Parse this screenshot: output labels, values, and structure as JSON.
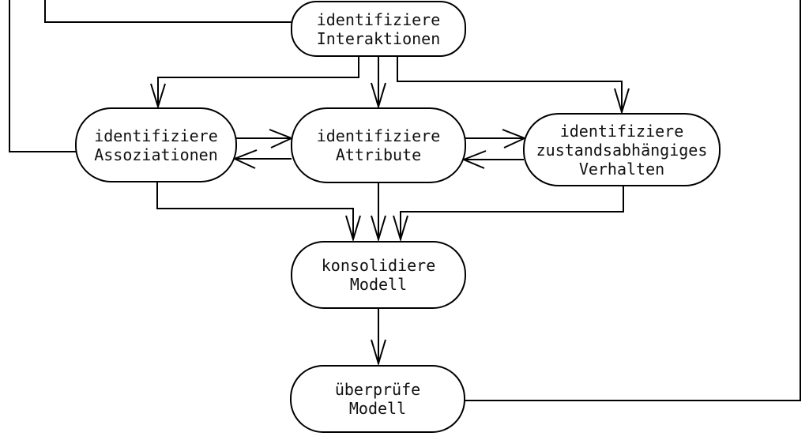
{
  "diagram": {
    "background_color": "#ffffff",
    "line_color": "#000000",
    "text_color": "#111111",
    "nodes": {
      "interaktionen": {
        "line1": "identifiziere",
        "line2": "Interaktionen"
      },
      "assoziationen": {
        "line1": "identifiziere",
        "line2": "Assoziationen"
      },
      "attribute": {
        "line1": "identifiziere",
        "line2": "Attribute"
      },
      "verhalten": {
        "line1": "identifiziere",
        "line2": "zustandsabhängiges",
        "line3": "Verhalten"
      },
      "konsolidiere": {
        "line1": "konsolidiere",
        "line2": "Modell"
      },
      "ueberpruefe": {
        "line1": "überprüfe",
        "line2": "Modell"
      }
    }
  }
}
